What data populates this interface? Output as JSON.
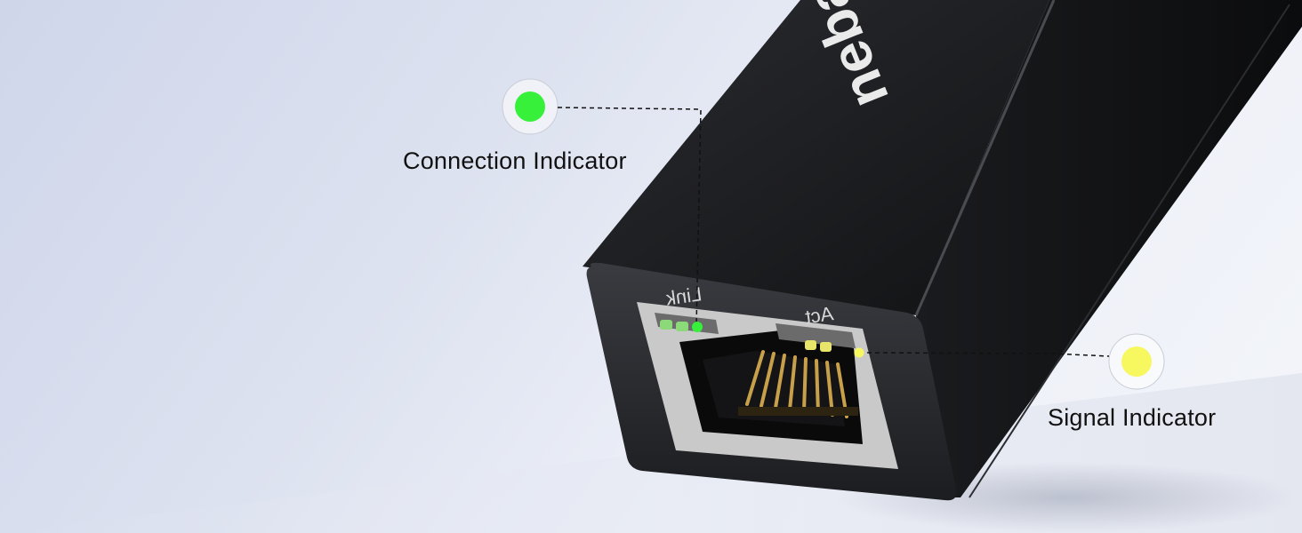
{
  "callouts": {
    "connection": {
      "label": "Connection Indicator",
      "color": "#36f03a"
    },
    "signal": {
      "label": "Signal Indicator",
      "color": "#f7f760"
    }
  },
  "device": {
    "brand_text": "neba",
    "port_labels": {
      "link": "Link",
      "act": "Act"
    },
    "body_color": "#1c1d20"
  }
}
